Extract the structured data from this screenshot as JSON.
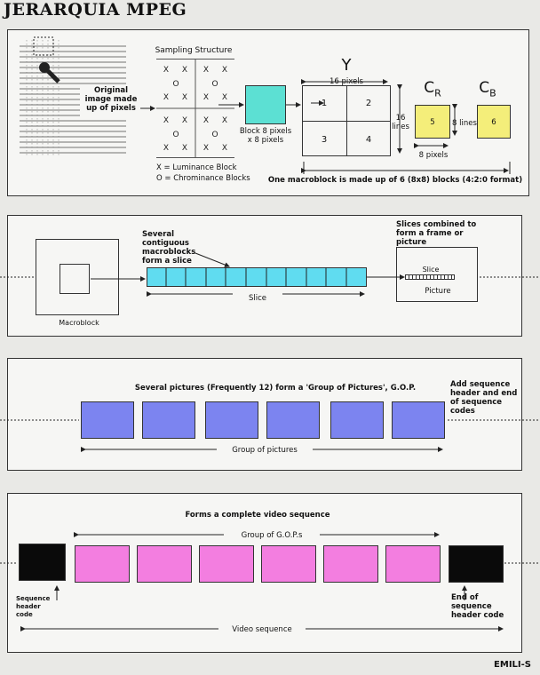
{
  "title": "JERARQUIA MPEG",
  "credit": "EMILI-S",
  "panel1": {
    "original_image_label": "Original image made up of pixels",
    "sampling_title": "Sampling Structure",
    "sampling_grid": [
      "X  X   X  X",
      "O        O",
      "X  X   X  X",
      "",
      "X  X   X  X",
      "O        O",
      "X  X   X  X"
    ],
    "legend_x": "X = Luminance Block",
    "legend_o": "O = Chrominance Blocks",
    "block_label": "Block 8 pixels x 8 pixels",
    "y_label": "Y",
    "y_width": "16 pixels",
    "y_height": "16 lines",
    "y_cells": [
      "1",
      "2",
      "3",
      "4"
    ],
    "cr_label": "CR",
    "cb_label": "CB",
    "cr_cell": "5",
    "cb_cell": "6",
    "c_height": "8 lines",
    "c_width": "8 pixels",
    "macroblock_caption": "One macroblock is made up of 6 (8x8) blocks (4:2:0 format)",
    "colors": {
      "block": "#5ce0d3",
      "chroma": "#f4ee7a"
    }
  },
  "panel2": {
    "macroblock_label": "Macroblock",
    "slice_caption": "Several contiguous macroblocks form a slice",
    "slice_label": "Slice",
    "frame_caption": "Slices combined to form a frame or picture",
    "picture_slice_label": "Slice",
    "picture_label": "Picture",
    "colors": {
      "slice": "#60dcf0"
    }
  },
  "panel3": {
    "caption": "Several pictures (Frequently 12)  form a 'Group of Pictures', G.O.P.",
    "side_caption": "Add sequence header and end of sequence codes",
    "group_label": "Group of pictures",
    "colors": {
      "picture": "#7c84f0"
    }
  },
  "panel4": {
    "caption": "Forms a complete video sequence",
    "gop_label": "Group of G.O.P.s",
    "header_label": "Sequence header code",
    "end_label": "End of sequence header code",
    "sequence_label": "Video sequence",
    "colors": {
      "gop": "#f37ee0",
      "code": "#0a0a0a"
    }
  }
}
